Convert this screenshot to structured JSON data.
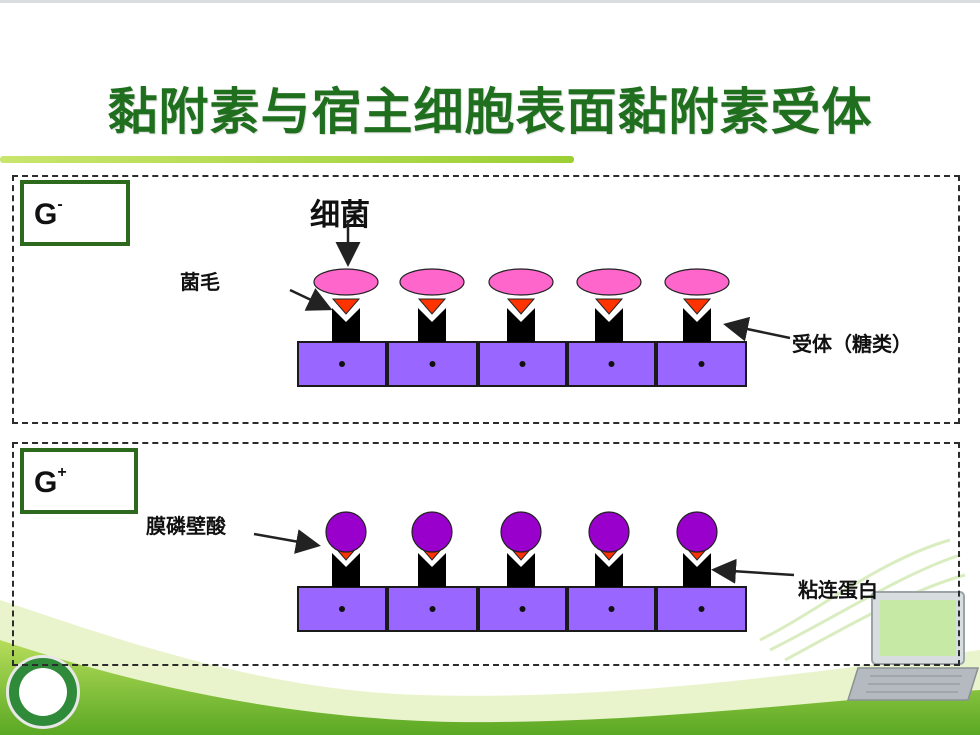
{
  "slide": {
    "title": "黏附素与宿主细胞表面黏附素受体"
  },
  "panel_gram_negative": {
    "type_label": "G",
    "type_sign": "-",
    "bacteria_label": "细菌",
    "pili_label": "菌毛",
    "receptor_label": "受体（糖类）",
    "units": 5
  },
  "panel_gram_positive": {
    "type_label": "G",
    "type_sign": "+",
    "lta_label": "膜磷壁酸",
    "fibronectin_label": "粘连蛋白",
    "units": 5
  },
  "colors": {
    "title": "#1f6f1f",
    "label_border": "#2e6a1d",
    "host_cell": "#9966ff",
    "bacterium_gneg": "#ff66cc",
    "bacterium_gpos": "#9900cc",
    "adhesin": "#ff3300",
    "receptor": "#000000"
  }
}
